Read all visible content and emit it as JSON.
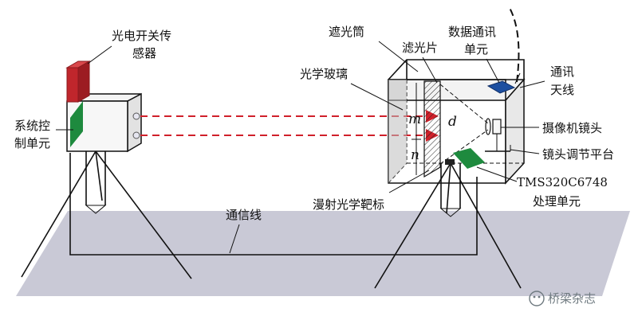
{
  "labels": {
    "photoelectric_sensor_1": "光电开关传",
    "photoelectric_sensor_2": "感器",
    "system_control_1": "系统控",
    "system_control_2": "制单元",
    "comm_line": "通信线",
    "light_shield": "遮光筒",
    "optical_glass": "光学玻璃",
    "filter": "滤光片",
    "data_comm_1": "数据通讯",
    "data_comm_2": "单元",
    "antenna_1": "通讯",
    "antenna_2": "天线",
    "camera_lens": "摄像机镜头",
    "lens_platform": "镜头调节平台",
    "processor_1": "TMS320C6748",
    "processor_2": "处理单元",
    "diffuse_target": "漫射光学靶标",
    "m": "m",
    "n": "n",
    "d": "d"
  },
  "watermark": "桥梁杂志",
  "colors": {
    "sensor_red": "#c0262c",
    "control_green": "#1e8a3e",
    "processor_green": "#1e8a3e",
    "data_unit_blue": "#1d4fa0",
    "laser_red": "#d0202a",
    "ground": "#c9c9d6",
    "box_face": "#efefef"
  }
}
